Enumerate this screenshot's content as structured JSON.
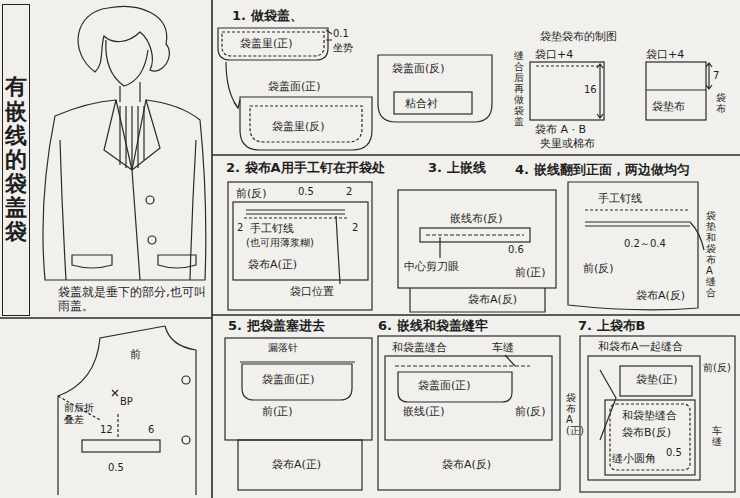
{
  "diagram": {
    "caption": "袋盖就是垂下的部分,也可叫雨盖。",
    "nodes": [
      {
        "text": [
          "有嵌线的袋盖袋"
        ]
      }
    ],
    "labels": [
      "1. 做袋盖、",
      "袋盖里(正)",
      "0.1",
      "坐势",
      "袋盖面(正)",
      "袋盖里(反)",
      "袋盖面(反)",
      "粘合衬",
      "袋垫袋布的制图",
      "袋口+4",
      "缝合后再做袋盖",
      "16",
      "袋布 A · B",
      "夹里或棉布",
      "袋口+4",
      "7",
      "袋垫布",
      "袋布",
      "2. 袋布A用手工钉在开袋处",
      "前(反)",
      "0.5",
      "2",
      "2",
      "手工钉线",
      "(也可用薄浆糊)",
      "2",
      "袋布A(正)",
      "袋口位置",
      "3. 上嵌线",
      "嵌线布(反)",
      "0.6",
      "中心剪刀眼",
      "前(正)",
      "袋布A(反)",
      "4. 嵌线翻到正面，两边做均匀",
      "手工钉线",
      "袋垫和袋布A缝合",
      "0.2～0.4",
      "前(反)",
      "袋布A(反)",
      "5. 把袋盖塞进去",
      "漏落针",
      "袋盖面(正)",
      "前(正)",
      "袋布A(正)",
      "6. 嵌线和袋盖缝牢",
      "和袋盖缝合",
      "车缝",
      "袋盖面(正)",
      "嵌线(正)",
      "前(反)",
      "袋布A(反)",
      "7. 上袋布B",
      "和袋布A一起缝合",
      "前(反)",
      "袋垫(正)",
      "和袋垫缝合",
      "袋布B(反)",
      "缝小圆角",
      "0.5",
      "车缝",
      "袋布A(正)",
      "前",
      "前后折叠差",
      "BP",
      "12",
      "6",
      "0.5"
    ]
  }
}
